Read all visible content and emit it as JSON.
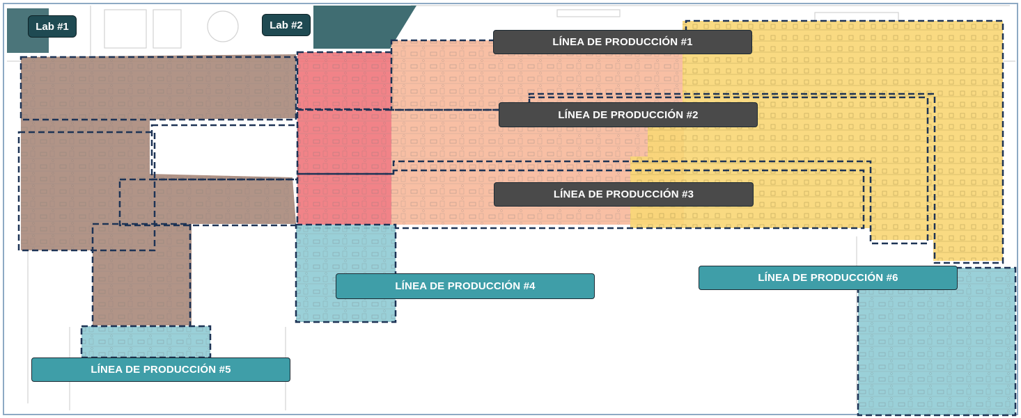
{
  "colors": {
    "brown": "#a8887a",
    "red": "#ee6d73",
    "orange": "#f7b89a",
    "yellow": "#f8d777",
    "teal": "#8fcbd4",
    "dark_teal": "#2b5d63",
    "outline": "#1d3355",
    "label_dark": "#4a4a4a",
    "label_teal": "#3f9ea8"
  },
  "labs": {
    "lab1": "Lab #1",
    "lab2": "Lab #2"
  },
  "lines": {
    "line1": "LÍNEA DE PRODUCCIÓN #1",
    "line2": "LÍNEA DE PRODUCCIÓN #2",
    "line3": "LÍNEA DE PRODUCCIÓN #3",
    "line4": "LÍNEA DE PRODUCCIÓN #4",
    "line5": "LÍNEA DE PRODUCCIÓN #5",
    "line6": "LÍNEA DE PRODUCCIÓN #6"
  }
}
